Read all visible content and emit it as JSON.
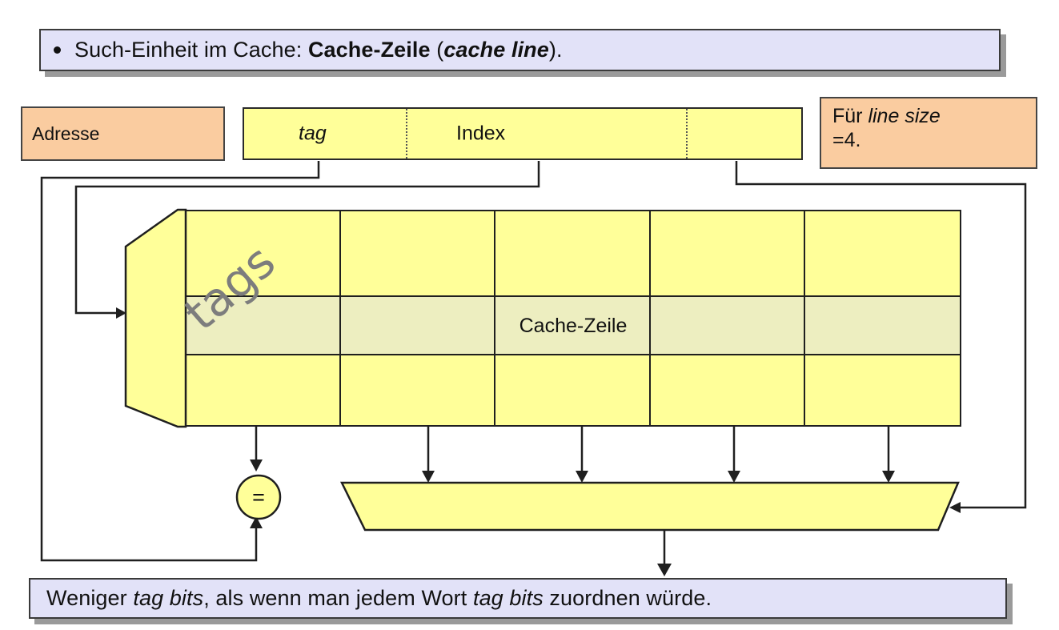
{
  "title_banner": {
    "bullet": "•",
    "prefix": "Such-Einheit im Cache: ",
    "term_bold": "Cache-Zeile",
    "mid": " (",
    "term_italic": "cache line",
    "suffix": ")."
  },
  "address": {
    "label": "Adresse",
    "segments": [
      {
        "name": "tag",
        "label": "tag",
        "style": "italic"
      },
      {
        "name": "index",
        "label": "Index",
        "style": "normal"
      },
      {
        "name": "offset",
        "label": "",
        "style": "normal"
      }
    ]
  },
  "line_size_note": {
    "line1_prefix": "Für ",
    "line1_italic": "line size",
    "line2": "=4."
  },
  "cache": {
    "tags_label": "tags",
    "cache_line_label": "Cache-Zeile",
    "columns": 5,
    "rows": 3,
    "highlighted_row_index": 1
  },
  "comparator": {
    "symbol": "="
  },
  "conclusion_banner": {
    "part1": "Weniger ",
    "part2_italic": "tag bits",
    "part3": ", als wenn man jedem Wort ",
    "part4_italic": "tag bits",
    "part5": " zuordnen würde."
  },
  "colors": {
    "banner_fill": "#E2E2F8",
    "orange_fill": "#FACCA0",
    "yellow_fill": "#FFFF99",
    "highlight_fill": "#EDEEC0",
    "line": "#1F1F1F",
    "tags_text": "#7D7D7D"
  }
}
